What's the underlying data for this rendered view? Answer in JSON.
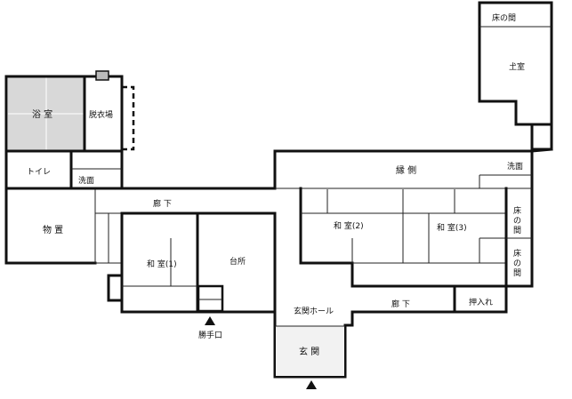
{
  "rooms": {
    "tokonoma_top": "床の間",
    "sakuma": "𡈽室",
    "bath": "浴 室",
    "dressing": "脱衣場",
    "toilet": "トイレ",
    "washroom_left": "洗面",
    "storage": "物 置",
    "corridor_top": "廊 下",
    "washitsu1": "和 室(1)",
    "kitchen": "台所",
    "engawa": "縁 側",
    "washroom_right": "洗面",
    "washitsu2": "和 室(2)",
    "washitsu3": "和 室(3)",
    "tokonoma_right_1": "床\nの\n間",
    "tokonoma_right_2": "床\nの\n間",
    "genkan_hall": "玄関ホール",
    "corridor_bottom": "廊 下",
    "oshiire": "押入れ",
    "katteguchi": "勝手口",
    "genkan": "玄 関"
  },
  "markers": {
    "service_entrance": "triangle-up",
    "main_entrance": "triangle-up"
  },
  "colors": {
    "wall": "#111111",
    "bath_fill": "#d8d8d8",
    "genkan_fill": "#f2f2f2"
  }
}
